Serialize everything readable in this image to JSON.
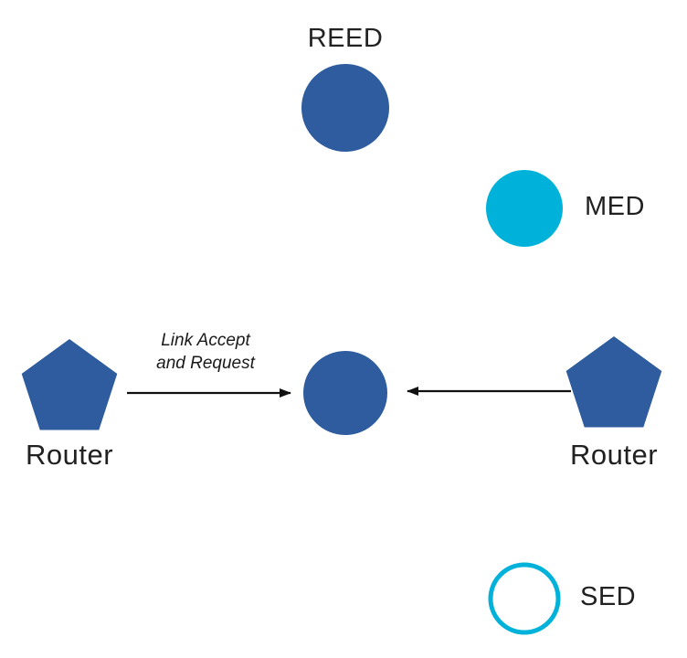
{
  "title": "Thread device roles diagram",
  "colors": {
    "primary_blue": "#2e5c9e",
    "cyan": "#00b2d9",
    "arrow": "#111111",
    "text": "#212121"
  },
  "nodes": {
    "reed": {
      "label": "REED",
      "shape": "circle",
      "fill": "solid-blue"
    },
    "med": {
      "label": "MED",
      "shape": "circle",
      "fill": "solid-cyan"
    },
    "sed": {
      "label": "SED",
      "shape": "circle",
      "fill": "outline-cyan"
    },
    "center": {
      "label": "",
      "shape": "circle",
      "fill": "solid-blue"
    },
    "router_left": {
      "label": "Router",
      "shape": "pentagon",
      "fill": "solid-blue"
    },
    "router_right": {
      "label": "Router",
      "shape": "pentagon",
      "fill": "solid-blue"
    }
  },
  "arrows": {
    "left_to_center": {
      "caption_line1": "Link Accept",
      "caption_line2": "and Request",
      "direction": "right"
    },
    "right_to_center": {
      "caption_line1": "",
      "caption_line2": "",
      "direction": "left"
    }
  }
}
